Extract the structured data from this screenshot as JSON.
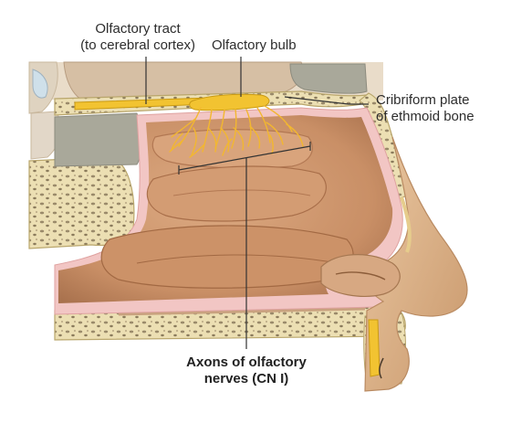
{
  "labels": {
    "olfactory_tract": [
      "Olfactory tract",
      "(to cerebral cortex)"
    ],
    "olfactory_bulb": "Olfactory bulb",
    "cribriform_plate": [
      "Cribriform plate",
      "of ethmoid bone"
    ],
    "axons": [
      "Axons of olfactory",
      "nerves (CN I)"
    ]
  },
  "colors": {
    "bone": "#efe3b8",
    "bone_outline": "#c8b57c",
    "tissue": "#cf9a72",
    "tissue_dark": "#b47a55",
    "mucosa_pink": "#f2c6c4",
    "skin": "#e2b98f",
    "brain": "#d8c1a6",
    "nerve_yellow": "#f2c331",
    "sinus_gray": "#a9a89a",
    "leader_line": "#333333"
  }
}
